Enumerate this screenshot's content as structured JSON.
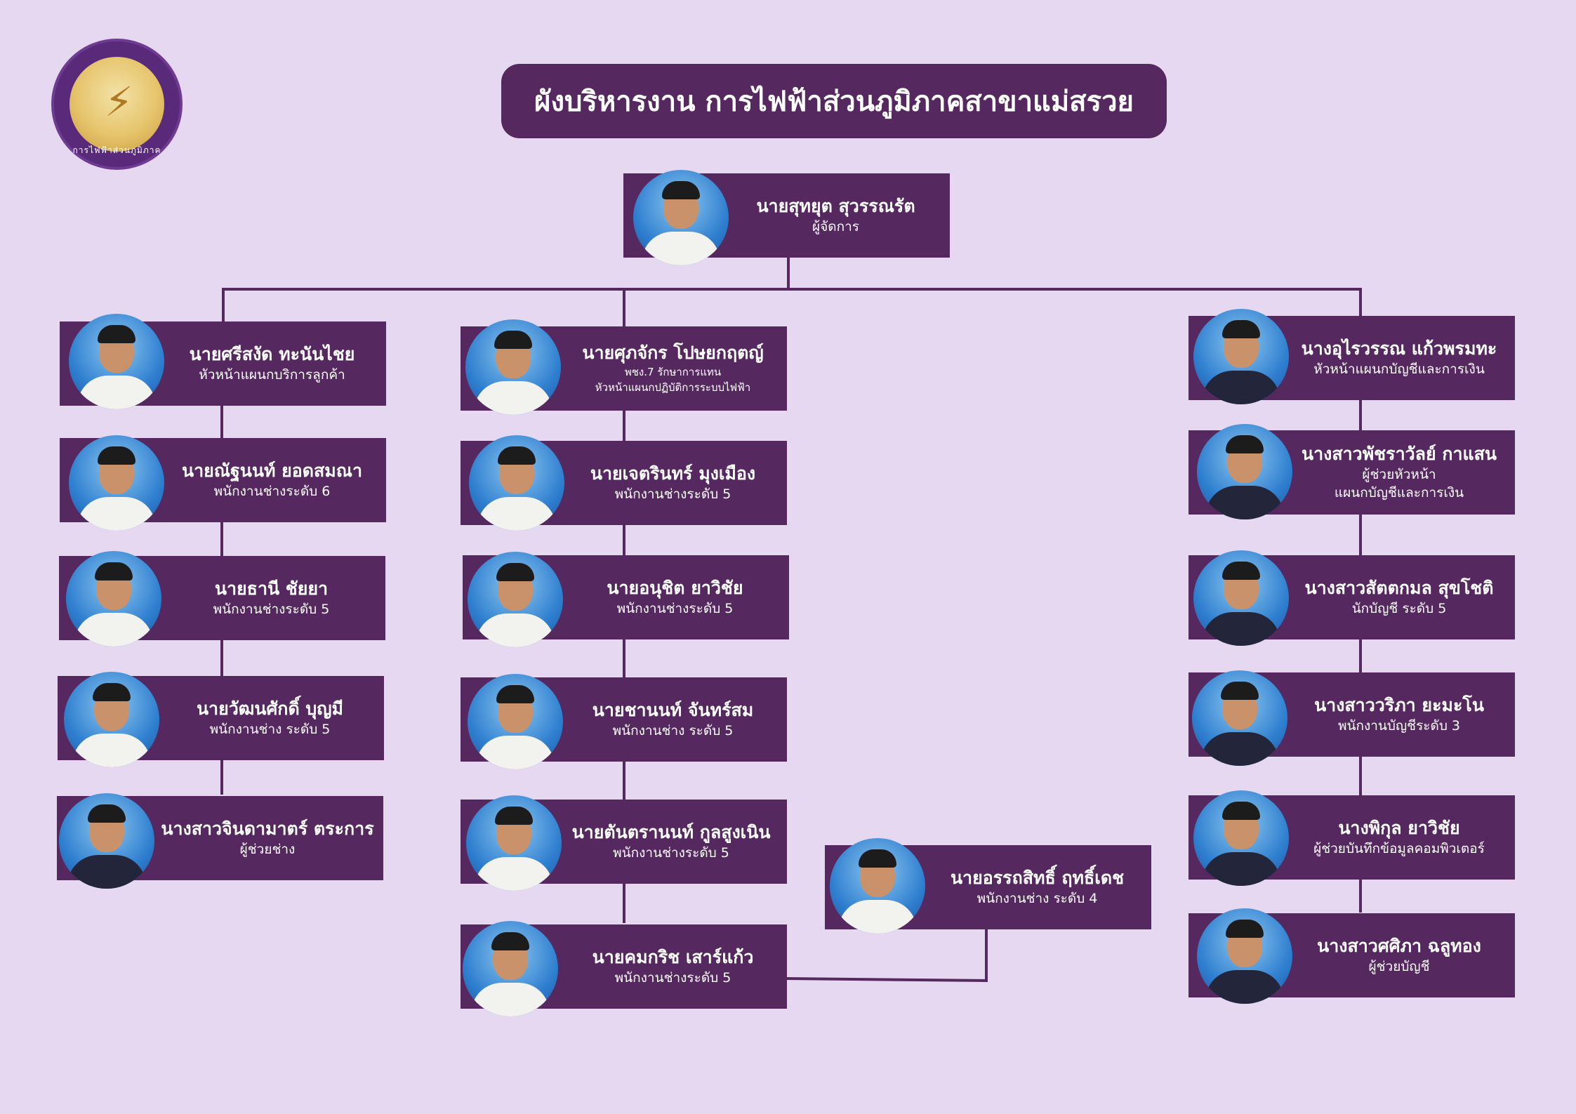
{
  "header": {
    "title": "ผังบริหารงาน การไฟฟ้าส่วนภูมิภาคสาขาแม่สรวย",
    "logo_text": "การไฟฟ้าส่วนภูมิภาค"
  },
  "colors": {
    "background": "#e6d8f0",
    "card": "#55285f",
    "line": "#55285f",
    "text": "#ffffff"
  },
  "manager": {
    "name": "นายสุทยุต สุวรรณรัต",
    "role": "ผู้จัดการ"
  },
  "col1": [
    {
      "name": "นายศรีสงัด ทะนันไชย",
      "role": "หัวหน้าแผนกบริการลูกค้า"
    },
    {
      "name": "นายณัฐนนท์ ยอดสมณา",
      "role": "พนักงานช่างระดับ 6"
    },
    {
      "name": "นายธานี ชัยยา",
      "role": "พนักงานช่างระดับ 5"
    },
    {
      "name": "นายวัฒนศักดิ์ บุญมี",
      "role": "พนักงานช่าง ระดับ 5"
    },
    {
      "name": "นางสาวจินดามาตร์ ตระการ",
      "role": "ผู้ช่วยช่าง"
    }
  ],
  "col2": [
    {
      "name": "นายศุภจักร โปษยกฤตญ์",
      "role": "พชง.7 รักษาการแทน",
      "role2": "หัวหน้าแผนกปฏิบัติการระบบไฟฟ้า"
    },
    {
      "name": "นายเจตรินทร์ มุงเมือง",
      "role": "พนักงานช่างระดับ 5"
    },
    {
      "name": "นายอนุชิต ยาวิชัย",
      "role": "พนักงานช่างระดับ 5"
    },
    {
      "name": "นายชานนท์ จันทร์สม",
      "role": "พนักงานช่าง ระดับ 5"
    },
    {
      "name": "นายตันตรานนท์ กูลสูงเนิน",
      "role": "พนักงานช่างระดับ 5"
    },
    {
      "name": "นายคมกริช เสาร์แก้ว",
      "role": "พนักงานช่างระดับ 5"
    }
  ],
  "extra": {
    "name": "นายอรรถสิทธิ์ ฤทธิ์เดช",
    "role": "พนักงานช่าง ระดับ 4"
  },
  "col3": [
    {
      "name": "นางอุไรวรรณ แก้วพรมทะ",
      "role": "หัวหน้าแผนกบัญชีและการเงิน"
    },
    {
      "name": "นางสาวพัชราวัลย์ กาแสน",
      "role": "ผู้ช่วยหัวหน้า",
      "role2": "แผนกบัญชีและการเงิน"
    },
    {
      "name": "นางสาวสัตตกมล สุขโชติ",
      "role": "นักบัญชี ระดับ 5"
    },
    {
      "name": "นางสาววริภา  ยะมะโน",
      "role": "พนักงานบัญชีระดับ 3"
    },
    {
      "name": "นางพิกุล ยาวิชัย",
      "role": "ผู้ช่วยบันทึกข้อมูลคอมพิวเตอร์"
    },
    {
      "name": "นางสาวศศิภา ฉลูทอง",
      "role": "ผู้ช่วยบัญชี"
    }
  ]
}
